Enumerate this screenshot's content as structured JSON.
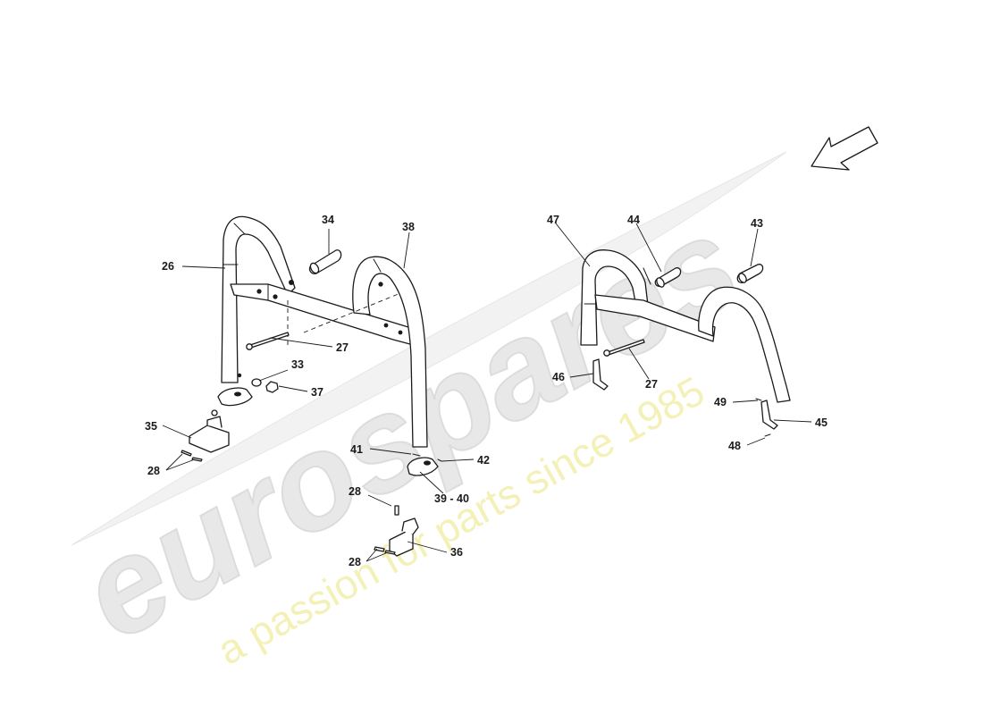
{
  "watermark": {
    "brand": "eurospares",
    "tagline": "a passion for parts since 1985"
  },
  "callouts": {
    "p26": "26",
    "p34": "34",
    "p38": "38",
    "p27a": "27",
    "p33": "33",
    "p37": "37",
    "p35": "35",
    "p28a": "28",
    "p41": "41",
    "p42": "42",
    "p3940": "39 - 40",
    "p28b": "28",
    "p28c": "28",
    "p36": "36",
    "p47": "47",
    "p44": "44",
    "p43": "43",
    "p46": "46",
    "p27b": "27",
    "p49": "49",
    "p45": "45",
    "p48": "48"
  }
}
